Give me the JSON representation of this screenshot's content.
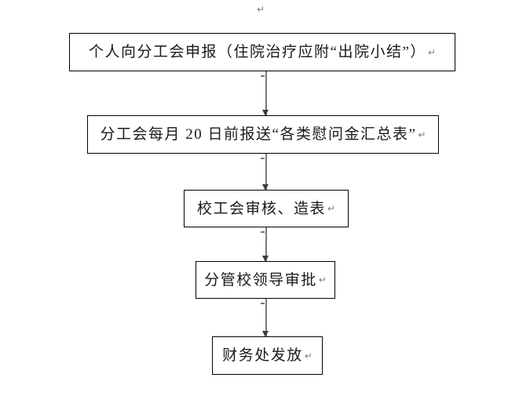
{
  "document": {
    "title": "慰问金申报发放流程图",
    "background_color": "#ffffff",
    "text_color": "#1a1a1a",
    "border_color": "#000000",
    "connector_color": "#7a7a7a",
    "paragraph_mark": "↵"
  },
  "top_mark": {
    "name": "paragraph-mark",
    "glyph": "↵"
  },
  "flow": {
    "type": "flowchart",
    "orientation": "vertical",
    "nodes": [
      {
        "id": "node-1",
        "order": 1,
        "label": "个人向分工会申报（住院治疗应附“出院小结”）",
        "mark": "↵",
        "shape": "rectangle"
      },
      {
        "id": "node-2",
        "order": 2,
        "label": "分工会每月 20 日前报送“各类慰问金汇总表”",
        "mark": "↵",
        "shape": "rectangle"
      },
      {
        "id": "node-3",
        "order": 3,
        "label": "校工会审核、造表",
        "mark": "↵",
        "shape": "rectangle"
      },
      {
        "id": "node-4",
        "order": 4,
        "label": "分管校领导审批",
        "mark": "↵",
        "shape": "rectangle"
      },
      {
        "id": "node-5",
        "order": 5,
        "label": "财务处发放",
        "mark": "↵",
        "shape": "rectangle"
      }
    ],
    "connectors": [
      {
        "id": "conn-1",
        "from": "node-1",
        "to": "node-2",
        "style": "arrow-down"
      },
      {
        "id": "conn-2",
        "from": "node-2",
        "to": "node-3",
        "style": "arrow-down"
      },
      {
        "id": "conn-3",
        "from": "node-3",
        "to": "node-4",
        "style": "arrow-down"
      },
      {
        "id": "conn-4",
        "from": "node-4",
        "to": "node-5",
        "style": "arrow-down"
      }
    ]
  }
}
